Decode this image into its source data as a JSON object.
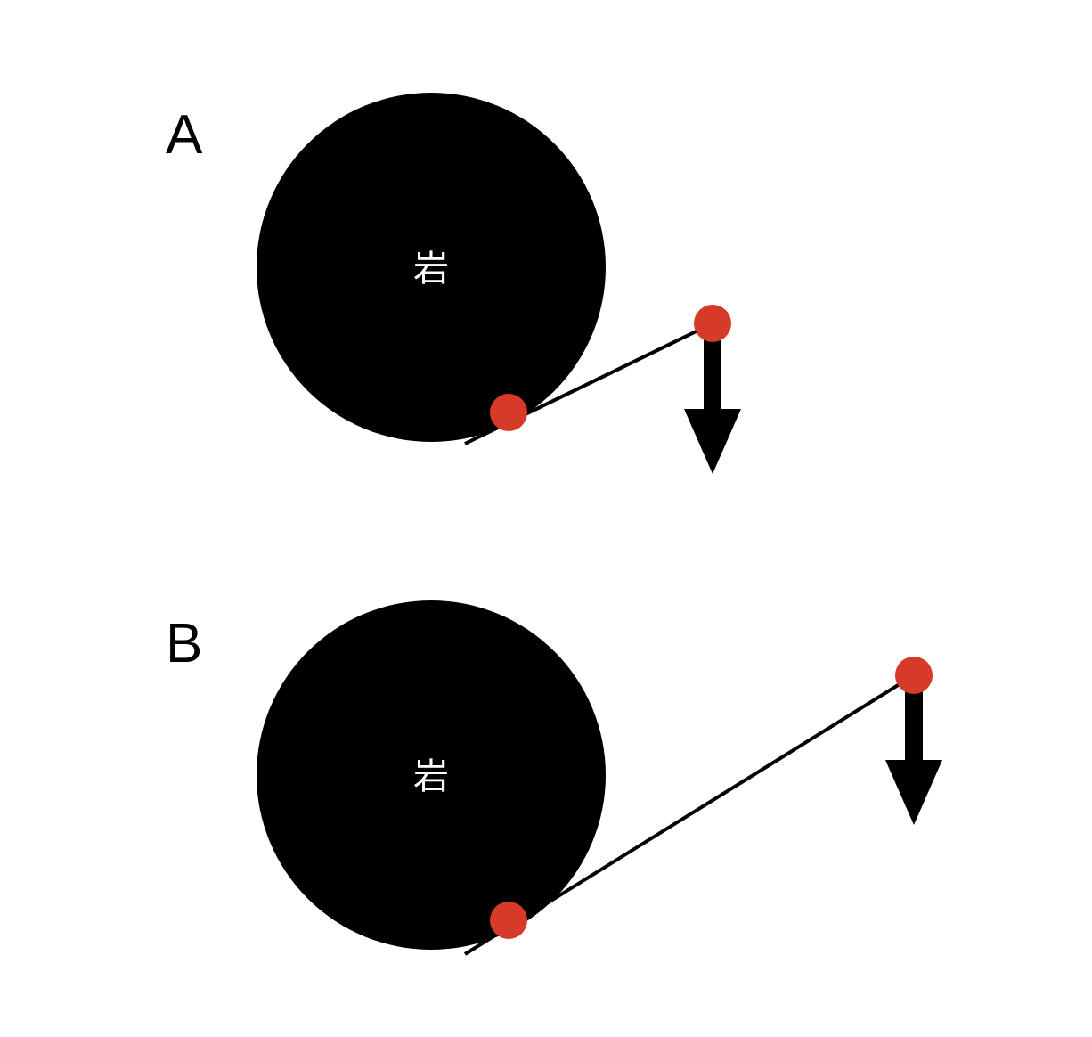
{
  "colors": {
    "rock": "#000000",
    "rock_text": "#ffffff",
    "point": "#d63a28",
    "lever": "#000000",
    "arrow": "#000000",
    "background": "#ffffff"
  },
  "panels": [
    {
      "label": "A",
      "rock_label": "岩"
    },
    {
      "label": "B",
      "rock_label": "岩"
    }
  ]
}
